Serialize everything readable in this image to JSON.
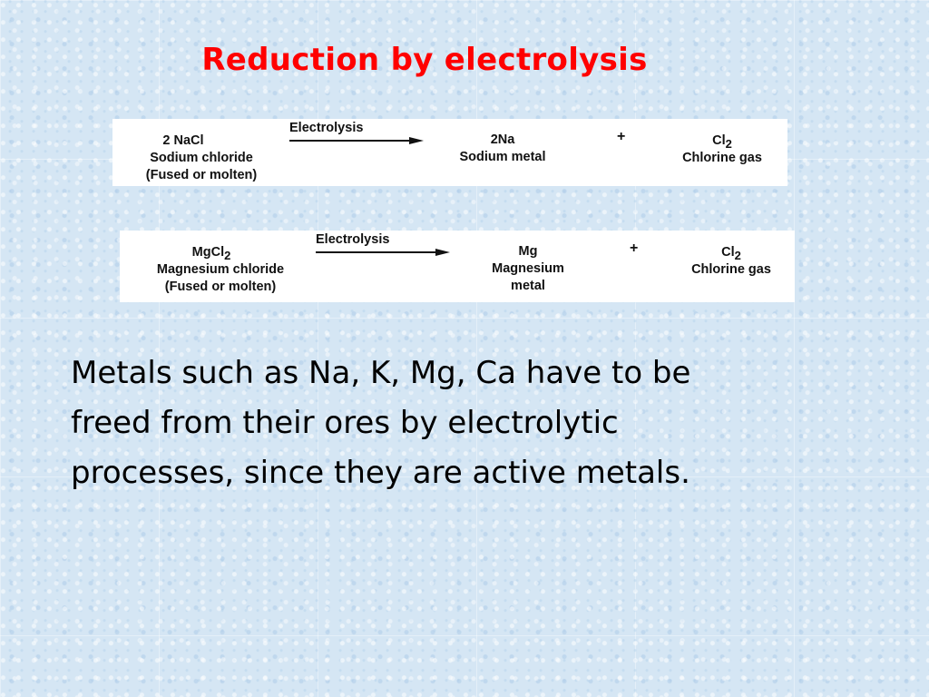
{
  "title": "Reduction by electrolysis",
  "equations": [
    {
      "reactant": {
        "formula": "2 NaCl",
        "formula_sub": "",
        "name": "Sodium chloride",
        "state": "(Fused or molten)"
      },
      "arrow_label": "Electrolysis",
      "product1": {
        "formula": "2Na",
        "name_line1": "Sodium metal",
        "name_line2": ""
      },
      "plus": "+",
      "product2": {
        "formula": "Cl",
        "formula_sub": "2",
        "name": "Chlorine gas"
      }
    },
    {
      "reactant": {
        "formula": "MgCl",
        "formula_sub": "2",
        "name": "Magnesium chloride",
        "state": "(Fused or molten)"
      },
      "arrow_label": "Electrolysis",
      "product1": {
        "formula": "Mg",
        "name_line1": "Magnesium",
        "name_line2": "metal"
      },
      "plus": "+",
      "product2": {
        "formula": "Cl",
        "formula_sub": "2",
        "name": "Chlorine gas"
      }
    }
  ],
  "body_lines": [
    "Metals such as Na, K, Mg, Ca have to be",
    "freed from their ores by electrolytic",
    "processes, since they are active metals."
  ],
  "colors": {
    "title": "#ff0000",
    "background": "#d5e6f4",
    "text": "#000000"
  }
}
